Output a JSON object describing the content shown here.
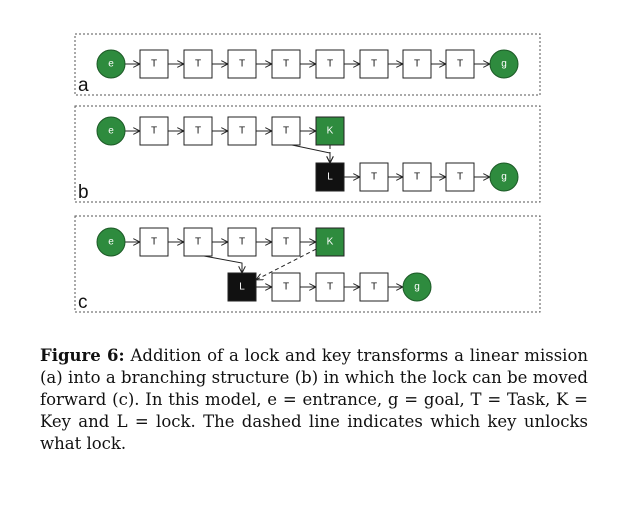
{
  "colors": {
    "accent_green": "#2e8b3e",
    "lock_black": "#111111",
    "task_fill": "#ffffff",
    "stroke": "#222222"
  },
  "panels": [
    {
      "label": "a",
      "nodes": [
        {
          "id": "a_e",
          "kind": "entrance",
          "text": "e"
        },
        {
          "id": "a_t1",
          "kind": "task",
          "text": "T"
        },
        {
          "id": "a_t2",
          "kind": "task",
          "text": "T"
        },
        {
          "id": "a_t3",
          "kind": "task",
          "text": "T"
        },
        {
          "id": "a_t4",
          "kind": "task",
          "text": "T"
        },
        {
          "id": "a_t5",
          "kind": "task",
          "text": "T"
        },
        {
          "id": "a_t6",
          "kind": "task",
          "text": "T"
        },
        {
          "id": "a_t7",
          "kind": "task",
          "text": "T"
        },
        {
          "id": "a_t8",
          "kind": "task",
          "text": "T"
        },
        {
          "id": "a_g",
          "kind": "goal",
          "text": "g"
        }
      ],
      "edges": [
        {
          "from": "a_e",
          "to": "a_t1"
        },
        {
          "from": "a_t1",
          "to": "a_t2"
        },
        {
          "from": "a_t2",
          "to": "a_t3"
        },
        {
          "from": "a_t3",
          "to": "a_t4"
        },
        {
          "from": "a_t4",
          "to": "a_t5"
        },
        {
          "from": "a_t5",
          "to": "a_t6"
        },
        {
          "from": "a_t6",
          "to": "a_t7"
        },
        {
          "from": "a_t7",
          "to": "a_t8"
        },
        {
          "from": "a_t8",
          "to": "a_g"
        }
      ]
    },
    {
      "label": "b",
      "nodes": [
        {
          "id": "b_e",
          "kind": "entrance",
          "text": "e"
        },
        {
          "id": "b_t1",
          "kind": "task",
          "text": "T"
        },
        {
          "id": "b_t2",
          "kind": "task",
          "text": "T"
        },
        {
          "id": "b_t3",
          "kind": "task",
          "text": "T"
        },
        {
          "id": "b_t4",
          "kind": "task",
          "text": "T"
        },
        {
          "id": "b_k",
          "kind": "key",
          "text": "K"
        },
        {
          "id": "b_l",
          "kind": "lock",
          "text": "L"
        },
        {
          "id": "b_t5",
          "kind": "task",
          "text": "T"
        },
        {
          "id": "b_t6",
          "kind": "task",
          "text": "T"
        },
        {
          "id": "b_t7",
          "kind": "task",
          "text": "T"
        },
        {
          "id": "b_g",
          "kind": "goal",
          "text": "g"
        }
      ],
      "edges": [
        {
          "from": "b_e",
          "to": "b_t1"
        },
        {
          "from": "b_t1",
          "to": "b_t2"
        },
        {
          "from": "b_t2",
          "to": "b_t3"
        },
        {
          "from": "b_t3",
          "to": "b_t4"
        },
        {
          "from": "b_t4",
          "to": "b_k"
        },
        {
          "from": "b_t4",
          "to": "b_l"
        },
        {
          "from": "b_k",
          "to": "b_l",
          "dashed": true
        },
        {
          "from": "b_l",
          "to": "b_t5"
        },
        {
          "from": "b_t5",
          "to": "b_t6"
        },
        {
          "from": "b_t6",
          "to": "b_t7"
        },
        {
          "from": "b_t7",
          "to": "b_g"
        }
      ]
    },
    {
      "label": "c",
      "nodes": [
        {
          "id": "c_e",
          "kind": "entrance",
          "text": "e"
        },
        {
          "id": "c_t1",
          "kind": "task",
          "text": "T"
        },
        {
          "id": "c_t2",
          "kind": "task",
          "text": "T"
        },
        {
          "id": "c_t3",
          "kind": "task",
          "text": "T"
        },
        {
          "id": "c_t4",
          "kind": "task",
          "text": "T"
        },
        {
          "id": "c_k",
          "kind": "key",
          "text": "K"
        },
        {
          "id": "c_l",
          "kind": "lock",
          "text": "L"
        },
        {
          "id": "c_t5",
          "kind": "task",
          "text": "T"
        },
        {
          "id": "c_t6",
          "kind": "task",
          "text": "T"
        },
        {
          "id": "c_t7",
          "kind": "task",
          "text": "T"
        },
        {
          "id": "c_g",
          "kind": "goal",
          "text": "g"
        }
      ],
      "edges": [
        {
          "from": "c_e",
          "to": "c_t1"
        },
        {
          "from": "c_t1",
          "to": "c_t2"
        },
        {
          "from": "c_t2",
          "to": "c_t3"
        },
        {
          "from": "c_t3",
          "to": "c_t4"
        },
        {
          "from": "c_t4",
          "to": "c_k"
        },
        {
          "from": "c_t2",
          "to": "c_l"
        },
        {
          "from": "c_k",
          "to": "c_l",
          "dashed": true
        },
        {
          "from": "c_l",
          "to": "c_t5"
        },
        {
          "from": "c_t5",
          "to": "c_t6"
        },
        {
          "from": "c_t6",
          "to": "c_t7"
        },
        {
          "from": "c_t7",
          "to": "c_g"
        }
      ]
    }
  ],
  "caption": {
    "label": "Figure 6:",
    "text": "Addition of a lock and key transforms a linear mission (a) into a branching structure (b) in which the lock can be moved forward (c). In this model, e = entrance, g = goal, T = Task, K = Key and L = lock. The dashed line indicates which key unlocks what lock."
  }
}
